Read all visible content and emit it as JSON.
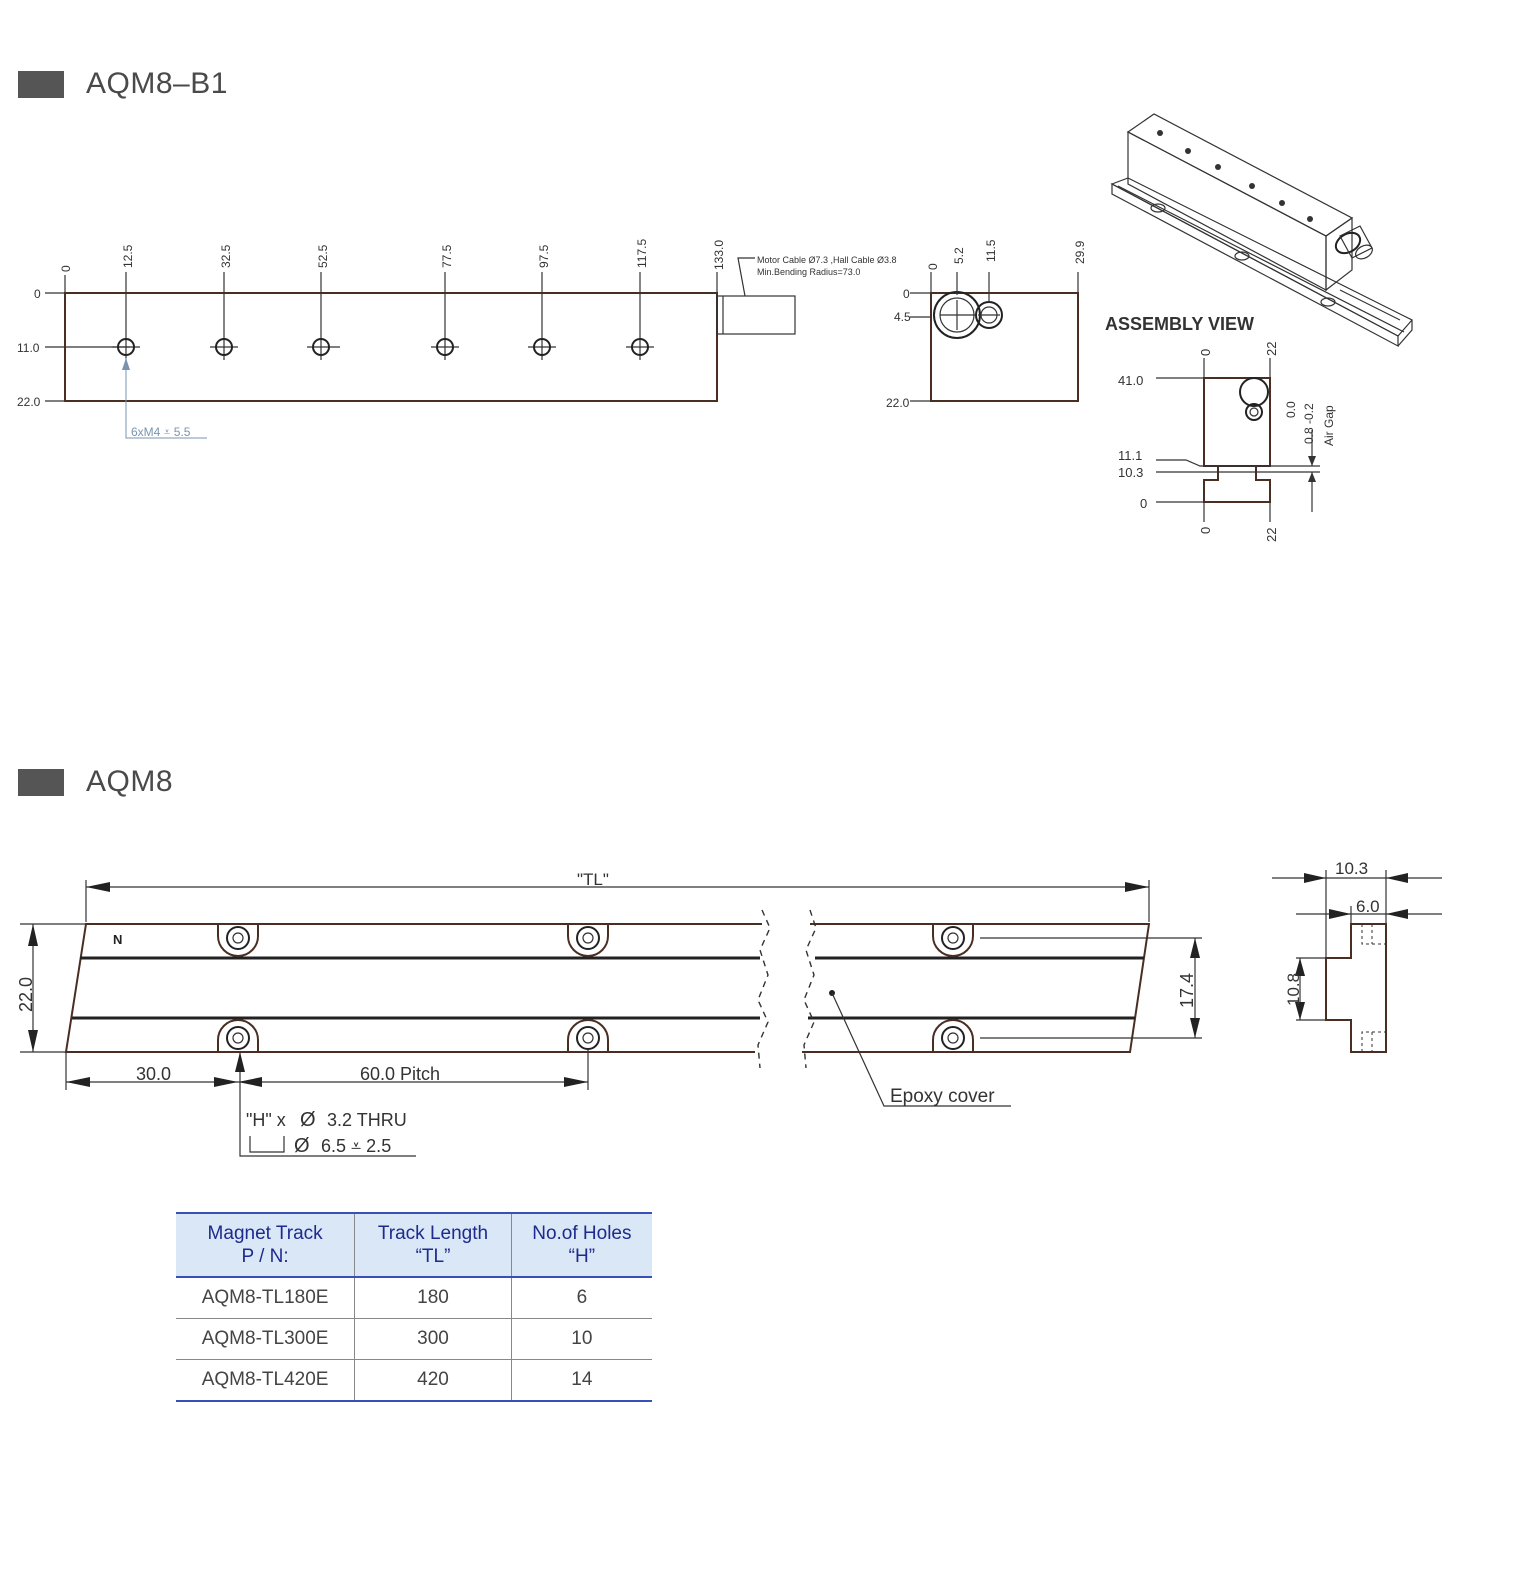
{
  "sections": {
    "s1_title": "AQM8–B1",
    "s2_title": "AQM8"
  },
  "top_view": {
    "x_ticks": [
      "0",
      "12.5",
      "32.5",
      "52.5",
      "77.5",
      "97.5",
      "117.5",
      "133.0"
    ],
    "y_ticks": [
      "0",
      "11.0",
      "22.0"
    ],
    "hole_callout": "6xM4 ⩡ 5.5",
    "cable_note_1": "Motor Cable Ø7.3 ,Hall Cable Ø3.8",
    "cable_note_2": "Min.Bending Radius=73.0"
  },
  "end_view": {
    "x_ticks": [
      "0",
      "5.2",
      "11.5",
      "29.9"
    ],
    "y_ticks": [
      "0",
      "4.5",
      "22.0"
    ]
  },
  "assembly": {
    "title": "ASSEMBLY VIEW",
    "top_ticks": [
      "0",
      "22"
    ],
    "bottom_ticks": [
      "0",
      "22"
    ],
    "left_ticks": [
      "41.0",
      "11.1",
      "10.3",
      "0"
    ],
    "gap_value": "0.0",
    "gap_tol": "0.8 -0.2",
    "gap_label": "Air Gap"
  },
  "track": {
    "tl_label": "\"TL\"",
    "height_label": "22.0",
    "inner_label": "17.4",
    "offset_label": "30.0",
    "pitch_label": "60.0 Pitch",
    "n_label": "N",
    "hole_line1_a": "\"H\" x",
    "hole_line1_b": "3.2 THRU",
    "hole_line2": "6.5 ⩡ 2.5",
    "dia_symbol": "Ø",
    "epoxy_label": "Epoxy cover"
  },
  "track_end": {
    "w1": "10.3",
    "w2": "6.0",
    "h": "10.8"
  },
  "table": {
    "headers": [
      [
        "Magnet Track",
        "P / N:"
      ],
      [
        "Track Length",
        "“TL”"
      ],
      [
        "No.of Holes",
        "“H”"
      ]
    ],
    "rows": [
      [
        "AQM8-TL180E",
        "180",
        "6"
      ],
      [
        "AQM8-TL300E",
        "300",
        "10"
      ],
      [
        "AQM8-TL420E",
        "420",
        "14"
      ]
    ]
  }
}
